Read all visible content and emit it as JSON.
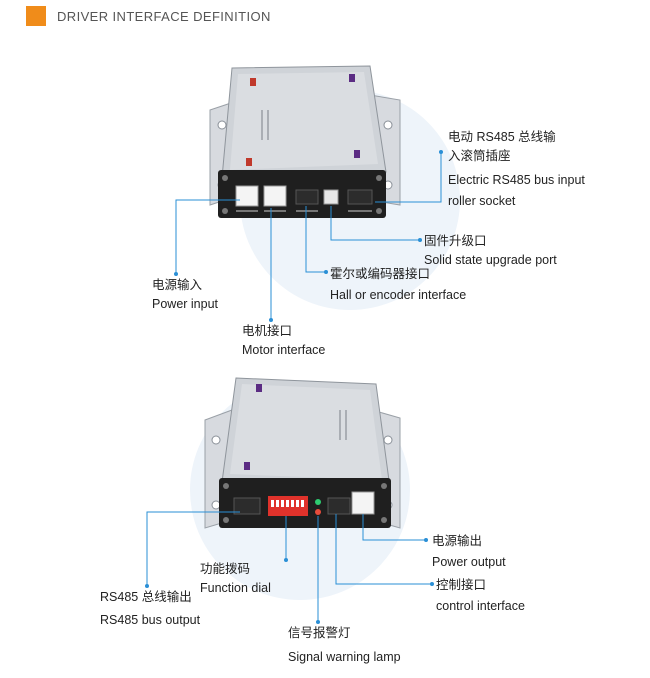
{
  "header": {
    "title": "DRIVER INTERFACE DEFINITION",
    "accent_color": "#f08c1a"
  },
  "top_device": {
    "callouts": {
      "rs485_input": {
        "zh_line1": "电动 RS485 总线输",
        "zh_line2": "入滚筒插座",
        "en_line1": "Electric RS485 bus input",
        "en_line2": "roller socket"
      },
      "firmware_port": {
        "zh": "固件升级口",
        "en": "Solid state upgrade port"
      },
      "hall_encoder": {
        "zh": "霍尔或编码器接口",
        "en": "Hall or encoder interface"
      },
      "power_input": {
        "zh": "电源输入",
        "en": "Power input"
      },
      "motor_interface": {
        "zh": "电机接口",
        "en": "Motor interface"
      }
    }
  },
  "bottom_device": {
    "callouts": {
      "function_dial": {
        "zh": "功能拨码",
        "en": "Function dial"
      },
      "rs485_output": {
        "zh": "RS485 总线输出",
        "en": "RS485 bus output"
      },
      "power_output": {
        "zh": "电源输出",
        "en": "Power output"
      },
      "control_interface": {
        "zh": "控制接口",
        "en": "control interface"
      },
      "signal_lamp": {
        "zh": "信号报警灯",
        "en": "Signal warning lamp"
      }
    }
  },
  "colors": {
    "callout_line": "#2a8fd6",
    "device_body": "#cfd3d8",
    "panel": "#1f1f1f",
    "dip_switch": "#e0322b"
  }
}
